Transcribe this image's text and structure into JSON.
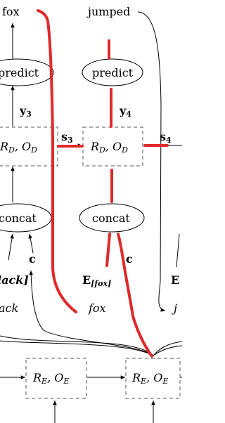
{
  "nodes": {
    "out_left": "fox",
    "out_mid": "jumped",
    "predict_left": "predict",
    "predict_mid": "predict",
    "y_left": "y",
    "y_left_sub": "3",
    "y_mid": "y",
    "y_mid_sub": "4",
    "dec_left": "R",
    "dec_left_sub": "D",
    "dec_left_o": ", O",
    "dec_left_o_sub": "D",
    "dec_mid": "R",
    "dec_mid_sub": "D",
    "dec_mid_o": ", O",
    "dec_mid_o_sub": "D",
    "s_left": "s",
    "s_left_sub": "3",
    "s_mid": "s",
    "s_mid_sub": "4",
    "concat_left": "concat",
    "concat_mid": "concat",
    "c_left": "c",
    "c_mid": "c",
    "e_left": "lack]",
    "e_mid": "E",
    "e_mid_sub": "[fox]",
    "e_right": "E",
    "in_left": "ack",
    "in_mid": "fox",
    "in_right": "j",
    "enc_left": "R",
    "enc_left_sub": "E",
    "enc_left_o": ", O",
    "enc_left_o_sub": "E",
    "enc_right": "R",
    "enc_right_sub": "E",
    "enc_right_o": ", O",
    "enc_right_o_sub": "E"
  },
  "colors": {
    "highlight": "#e0282a",
    "box_border": "#555555",
    "line": "#000000"
  }
}
